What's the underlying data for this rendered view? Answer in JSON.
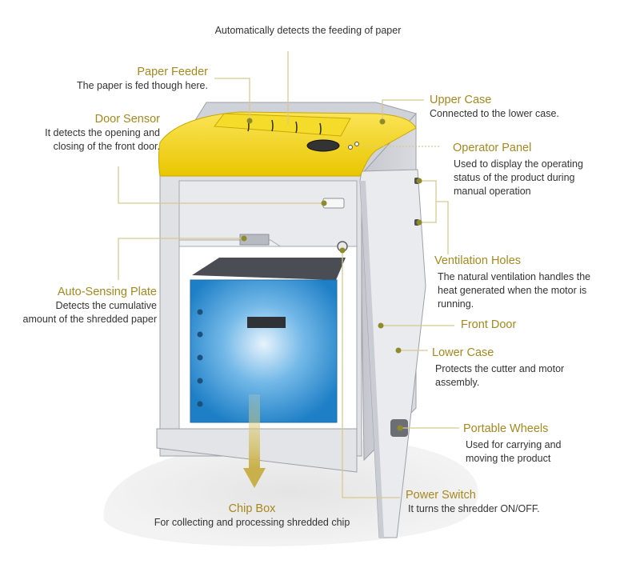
{
  "top_note": "Automatically detects the feeding of paper",
  "callouts": {
    "paper_feeder": {
      "title": "Paper Feeder",
      "desc": [
        "The paper is fed though here."
      ]
    },
    "door_sensor": {
      "title": "Door Sensor",
      "desc": [
        "It detects the opening and",
        "closing of the front door."
      ]
    },
    "auto_sensing_plate": {
      "title": "Auto-Sensing Plate",
      "desc": [
        "Detects the cumulative",
        "amount of the shredded paper"
      ]
    },
    "chip_box": {
      "title": "Chip Box",
      "desc": [
        "For collecting and processing shredded chip"
      ]
    },
    "upper_case": {
      "title": "Upper Case",
      "desc": [
        "Connected to the lower case."
      ]
    },
    "operator_panel": {
      "title": "Operator Panel",
      "desc": [
        "Used to display the operating",
        "status of the product during",
        "manual operation"
      ]
    },
    "ventilation_holes": {
      "title": "Ventilation Holes",
      "desc": [
        "The natural ventilation handles the",
        "heat generated when the motor is",
        "running."
      ]
    },
    "front_door": {
      "title": "Front Door",
      "desc": []
    },
    "lower_case": {
      "title": "Lower Case",
      "desc": [
        "Protects the cutter and motor",
        "assembly."
      ]
    },
    "portable_wheels": {
      "title": "Portable Wheels",
      "desc": [
        "Used for carrying and",
        "moving the product"
      ]
    },
    "power_switch": {
      "title": "Power Switch",
      "desc": [
        "It turns the shredder ON/OFF."
      ]
    }
  },
  "colors": {
    "title_text": "#a6881e",
    "desc_text": "#333333",
    "leader_line": "#d8c98e",
    "leader_dot": "#8f8a2a",
    "feeder_yellow": "#f2d21a",
    "cabinet_gray": "#cfd2d8",
    "chip_box_blue": "#2e8fd4"
  }
}
